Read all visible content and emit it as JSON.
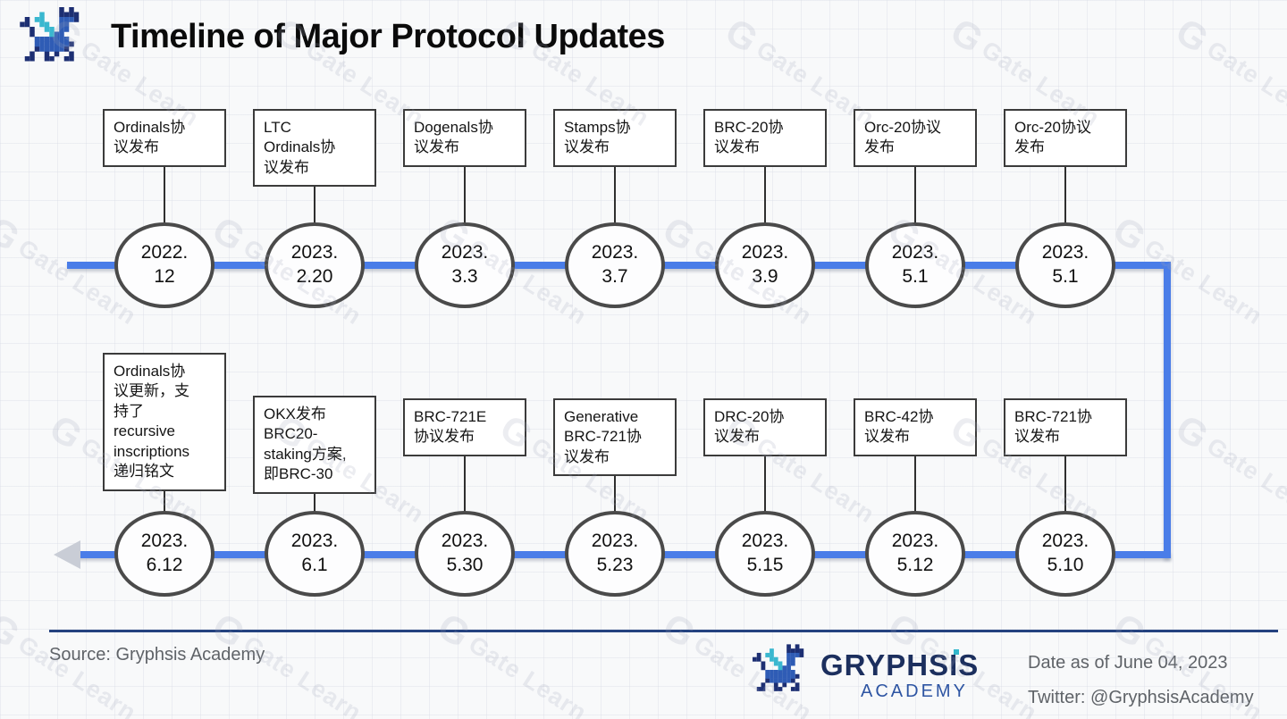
{
  "title": "Timeline of Major Protocol Updates",
  "watermark": {
    "logo_glyph": "G",
    "text": "Gate Learn"
  },
  "timeline": {
    "top": [
      {
        "label": "Ordinals协\n议发布",
        "date": "2022.\n12"
      },
      {
        "label": "LTC\nOrdinals协\n议发布",
        "date": "2023.\n2.20"
      },
      {
        "label": "Dogenals协\n议发布",
        "date": "2023.\n3.3"
      },
      {
        "label": "Stamps协\n议发布",
        "date": "2023.\n3.7"
      },
      {
        "label": "BRC-20协\n议发布",
        "date": "2023.\n3.9"
      },
      {
        "label": "Orc-20协议\n发布",
        "date": "2023.\n5.1"
      },
      {
        "label": "Orc-20协议\n发布",
        "date": "2023.\n5.1"
      }
    ],
    "bottom": [
      {
        "label": "Ordinals协\n议更新，支\n持了\nrecursive\ninscriptions\n递归铭文",
        "date": "2023.\n6.12"
      },
      {
        "label": "OKX发布\nBRC20-\nstaking方案,\n即BRC-30",
        "date": "2023.\n6.1"
      },
      {
        "label": "BRC-721E\n协议发布",
        "date": "2023.\n5.30"
      },
      {
        "label": "Generative\nBRC-721协\n议发布",
        "date": "2023.\n5.23"
      },
      {
        "label": "DRC-20协\n议发布",
        "date": "2023.\n5.15"
      },
      {
        "label": "BRC-42协\n议发布",
        "date": "2023.\n5.12"
      },
      {
        "label": "BRC-721协\n议发布",
        "date": "2023.\n5.10"
      }
    ]
  },
  "footer": {
    "source": "Source: Gryphsis Academy",
    "brand_name": "GRYPHSIS",
    "brand_sub": "ACADEMY",
    "date_note": "Date as of June 04, 2023",
    "twitter": "Twitter: @GryphsisAcademy"
  },
  "colors": {
    "timeline_blue": "#4a7de8",
    "brand_navy": "#1c2f5e",
    "brand_blue": "#2e55a3",
    "divider_navy": "#24427f"
  }
}
